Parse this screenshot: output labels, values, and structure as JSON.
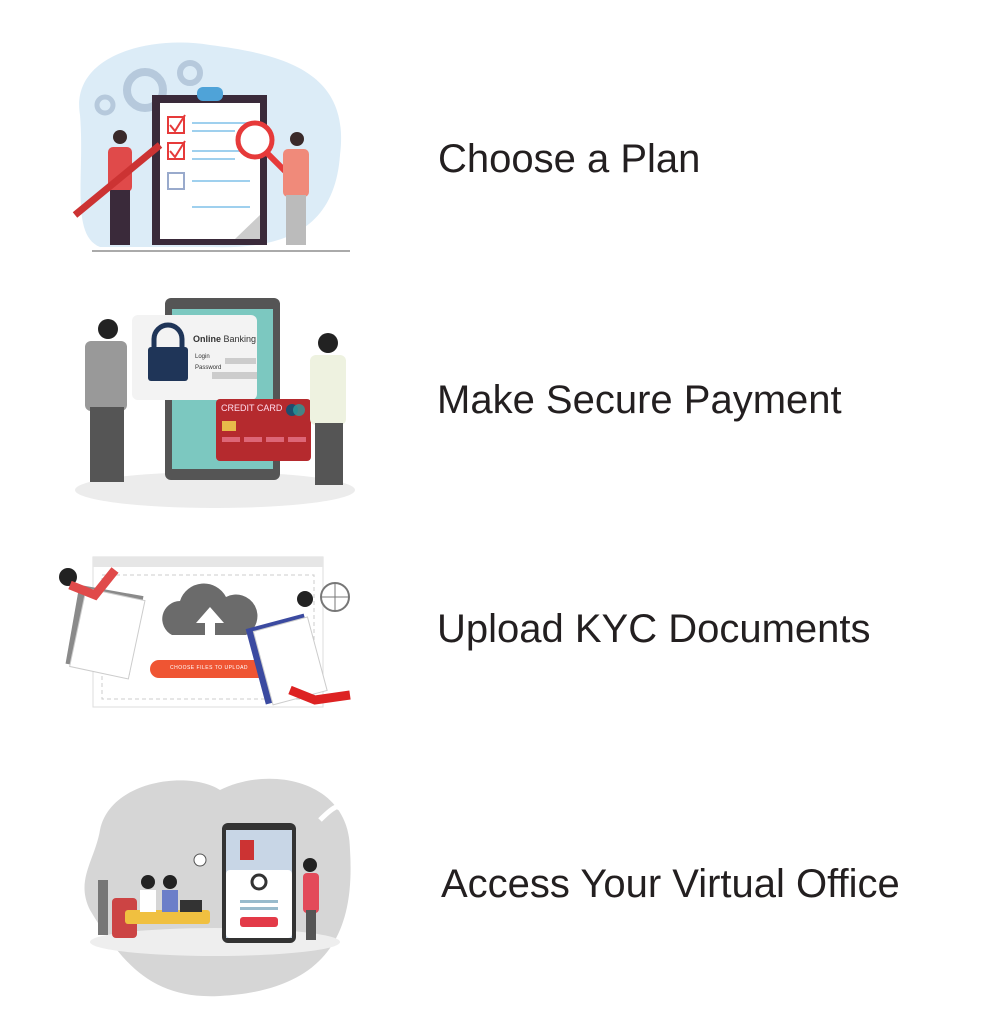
{
  "steps": [
    {
      "label": "Choose a Plan",
      "illustration": "checklist-icon"
    },
    {
      "label": "Make Secure Payment",
      "illustration": "payment-icon",
      "banking": {
        "title_bold": "Online",
        "title_rest": " Banking",
        "login": "Login",
        "password": "Password",
        "card": "CREDIT CARD"
      }
    },
    {
      "label": "Upload KYC Documents",
      "illustration": "upload-icon",
      "button": "CHOOSE FILES TO UPLOAD"
    },
    {
      "label": "Access Your Virtual Office",
      "illustration": "virtual-office-icon"
    }
  ],
  "colors": {
    "text": "#231f20",
    "accent_red": "#e63a3a",
    "card": "#b52a2e",
    "upload_btn": "#ef5533"
  }
}
